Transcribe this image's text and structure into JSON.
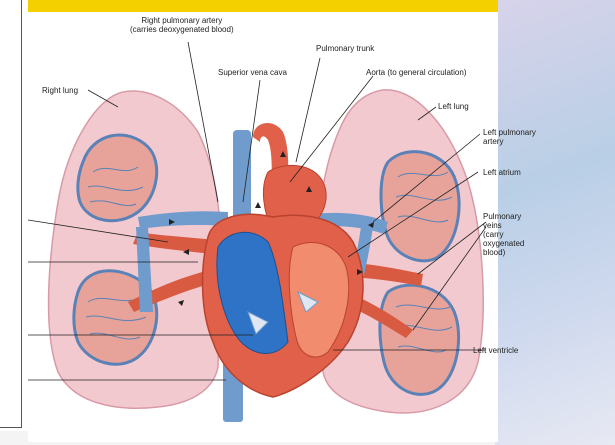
{
  "labels": {
    "right_pulmonary_artery_1": "Right pulmonary artery",
    "right_pulmonary_artery_2": "(carries deoxygenated blood)",
    "pulmonary_trunk": "Pulmonary trunk",
    "superior_vena_cava": "Superior vena cava",
    "aorta": "Aorta (to general circulation)",
    "right_lung": "Right lung",
    "left_lung": "Left lung",
    "left_pulmonary_artery_1": "Left pulmonary",
    "left_pulmonary_artery_2": "artery",
    "left_atrium": "Left atrium",
    "pulmonary_veins_1": "Pulmonary",
    "pulmonary_veins_2": "veins",
    "pulmonary_veins_3": "(carry",
    "pulmonary_veins_4": "oxygenated",
    "pulmonary_veins_5": "blood)",
    "left_ventricle": "Left ventricle"
  },
  "colors": {
    "lung_fill": "#f3c9d0",
    "lung_stroke": "#d89aa6",
    "vein_blue": "#6f9ccc",
    "artery_red": "#d85a40",
    "heart_red": "#e0604a",
    "deoxygenated_blue": "#2f73c6",
    "banner_yellow": "#f5d000"
  }
}
